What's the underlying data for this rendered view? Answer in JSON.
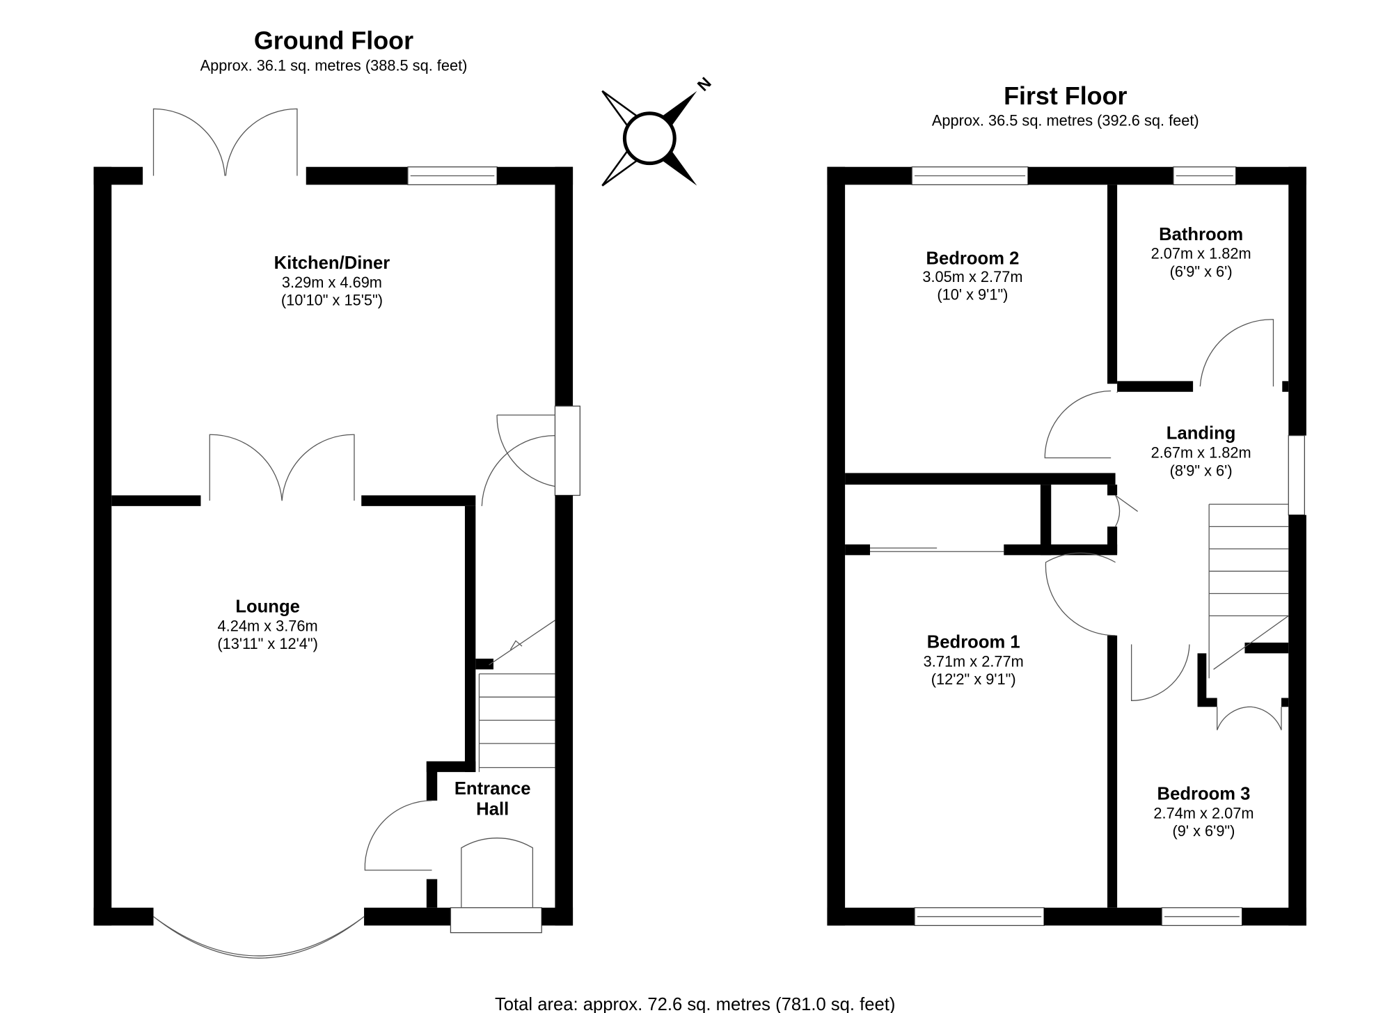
{
  "ground_floor": {
    "title": "Ground Floor",
    "area": "Approx. 36.1 sq. metres (388.5 sq. feet)",
    "rooms": [
      {
        "name": "Kitchen/Diner",
        "metric": "3.29m x 4.69m",
        "imperial": "(10'10\" x 15'5\")"
      },
      {
        "name": "Lounge",
        "metric": "4.24m x 3.76m",
        "imperial": "(13'11\" x 12'4\")"
      },
      {
        "name": "Entrance",
        "name2": "Hall"
      }
    ]
  },
  "first_floor": {
    "title": "First Floor",
    "area": "Approx. 36.5 sq. metres (392.6 sq. feet)",
    "rooms": [
      {
        "name": "Bedroom 2",
        "metric": "3.05m x 2.77m",
        "imperial": "(10' x 9'1\")"
      },
      {
        "name": "Bathroom",
        "metric": "2.07m x 1.82m",
        "imperial": "(6'9\" x 6')"
      },
      {
        "name": "Landing",
        "metric": "2.67m x 1.82m",
        "imperial": "(8'9\" x 6')"
      },
      {
        "name": "Bedroom 1",
        "metric": "3.71m x 2.77m",
        "imperial": "(12'2\" x 9'1\")"
      },
      {
        "name": "Bedroom 3",
        "metric": "2.74m x 2.07m",
        "imperial": "(9' x 6'9\")"
      }
    ]
  },
  "compass": {
    "label": "N"
  },
  "total_area": "Total area: approx. 72.6 sq. metres (781.0 sq. feet)"
}
